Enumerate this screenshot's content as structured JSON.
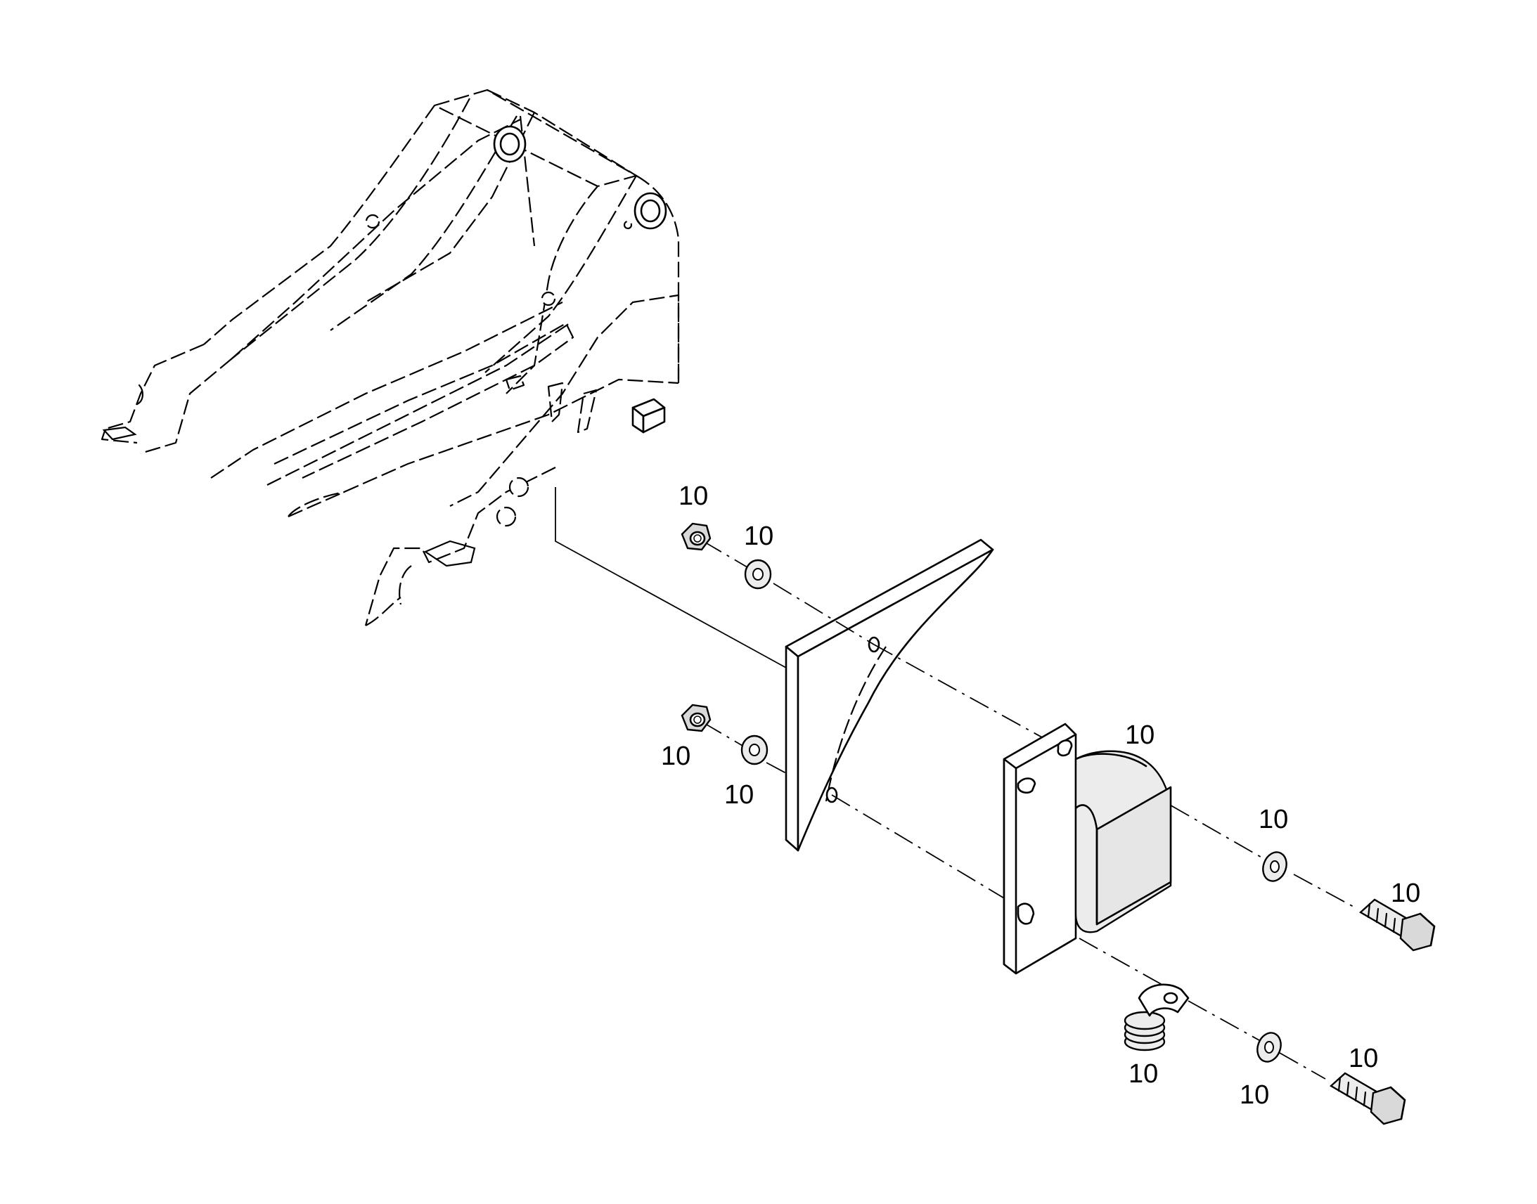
{
  "callouts": {
    "nut_upper": "10",
    "washer_upper": "10",
    "nut_lower": "10",
    "washer_lower": "10",
    "horn": "10",
    "washer_right_upper": "10",
    "bolt_upper": "10",
    "cable_clip": "10",
    "washer_right_lower": "10",
    "bolt_lower": "10"
  }
}
